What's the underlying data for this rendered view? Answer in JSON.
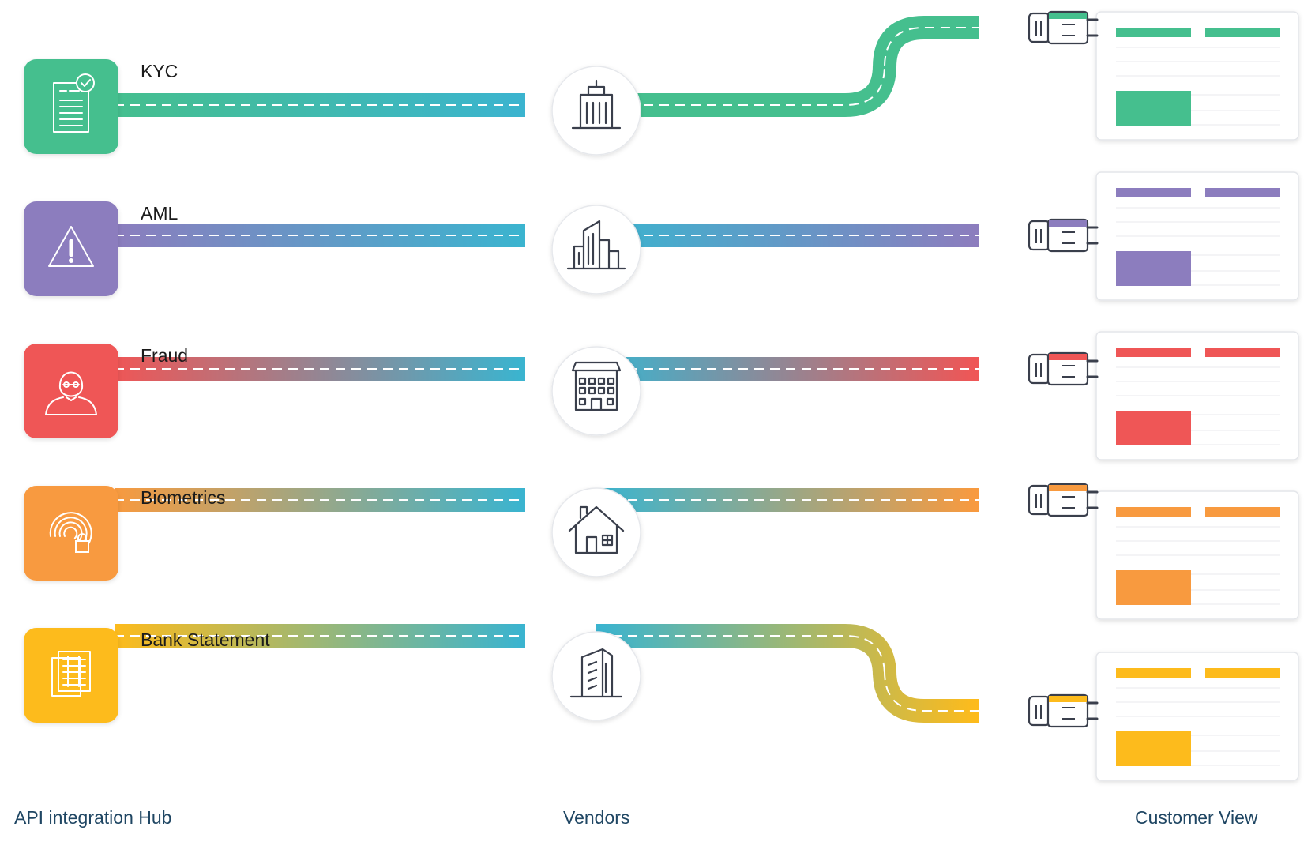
{
  "rows": [
    {
      "id": "kyc",
      "label": "KYC",
      "color": "#45bf8e",
      "source_icon": "document-check-icon",
      "vendor_icon": "skyscraper-icon"
    },
    {
      "id": "aml",
      "label": "AML",
      "color": "#8c7dbe",
      "source_icon": "warning-triangle-icon",
      "vendor_icon": "city-towers-icon"
    },
    {
      "id": "fraud",
      "label": "Fraud",
      "color": "#ef5656",
      "source_icon": "masked-thief-icon",
      "vendor_icon": "office-building-icon"
    },
    {
      "id": "biometrics",
      "label": "Biometrics",
      "color": "#f89a3f",
      "source_icon": "fingerprint-lock-icon",
      "vendor_icon": "house-icon"
    },
    {
      "id": "bank-statement",
      "label": "Bank Statement",
      "color": "#fdbb1c",
      "source_icon": "bank-statement-icon",
      "vendor_icon": "tower-icon"
    }
  ],
  "vendor_color": "#3bb4cf",
  "footer": {
    "hub": "API integration Hub",
    "vendors": "Vendors",
    "customer_view": "Customer View"
  }
}
